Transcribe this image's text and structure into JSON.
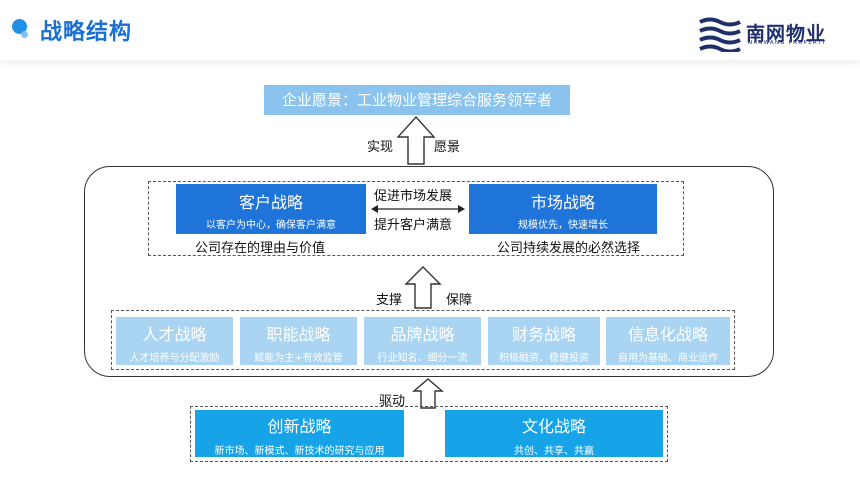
{
  "header": {
    "title": "战略结构",
    "logo_name": "南网物业",
    "logo_sub": "NANWANG PROPERTY"
  },
  "vision": {
    "text": "企业愿景：工业物业管理综合服务领军者"
  },
  "arrow_top": {
    "left_label": "实现",
    "right_label": "愿景"
  },
  "market_core": {
    "customer": {
      "title": "客户战略",
      "desc": "以客户为中心，确保客户满意",
      "footer": "公司存在的理由与价值"
    },
    "market": {
      "title": "市场战略",
      "desc": "规模优先，快速增长",
      "footer": "公司持续发展的必然选择"
    },
    "link_top": "促进市场发展",
    "link_bottom": "提升客户满意"
  },
  "arrow_mid": {
    "left_label": "支撑",
    "right_label": "保障"
  },
  "support": [
    {
      "title": "人才战略",
      "desc": "人才培养与分配激励"
    },
    {
      "title": "职能战略",
      "desc": "赋能为主+有效监管"
    },
    {
      "title": "品牌战略",
      "desc": "行业知名、细分一流"
    },
    {
      "title": "财务战略",
      "desc": "积极融资、稳健投资"
    },
    {
      "title": "信息化战略",
      "desc": "自用为基础、商业运作"
    }
  ],
  "arrow_bottom": {
    "label": "驱动"
  },
  "drivers": [
    {
      "title": "创新战略",
      "desc": "新市场、新模式、新技术的研究与应用"
    },
    {
      "title": "文化战略",
      "desc": "共创、共享、共赢"
    }
  ],
  "colors": {
    "dark_blue": "#1e74d8",
    "mid_blue": "#16a3e8",
    "light_blue": "#a9d4f2",
    "vision_blue": "#8ac4ee"
  }
}
